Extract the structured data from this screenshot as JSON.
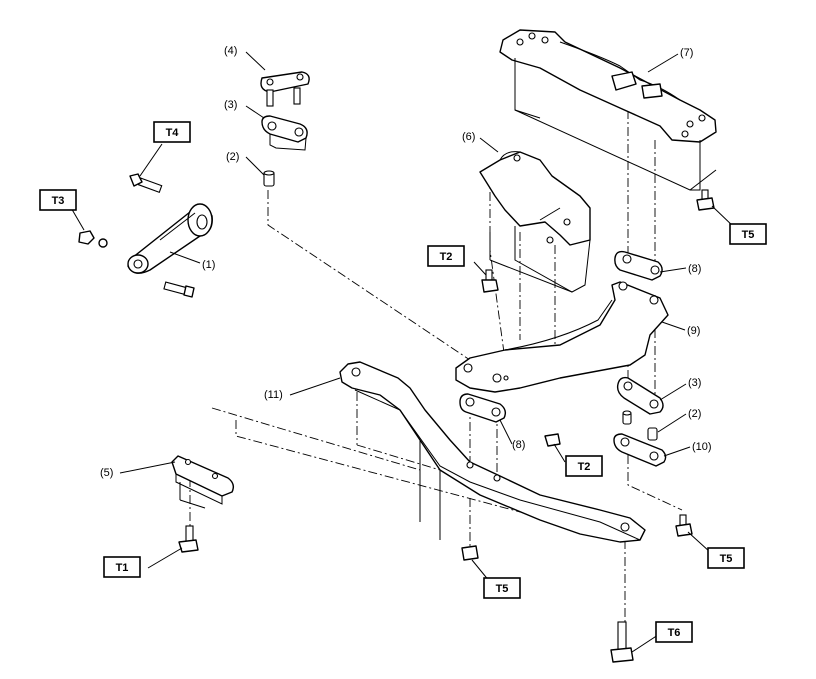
{
  "part_labels": {
    "p1": "(1)",
    "p2a": "(2)",
    "p2b": "(2)",
    "p3a": "(3)",
    "p3b": "(3)",
    "p4": "(4)",
    "p5": "(5)",
    "p6": "(6)",
    "p7": "(7)",
    "p8a": "(8)",
    "p8b": "(8)",
    "p9": "(9)",
    "p10": "(10)",
    "p11": "(11)"
  },
  "torque_labels": {
    "t1": "T1",
    "t2a": "T2",
    "t2b": "T2",
    "t3": "T3",
    "t4": "T4",
    "t5a": "T5",
    "t5b": "T5",
    "t5c": "T5",
    "t6": "T6"
  }
}
